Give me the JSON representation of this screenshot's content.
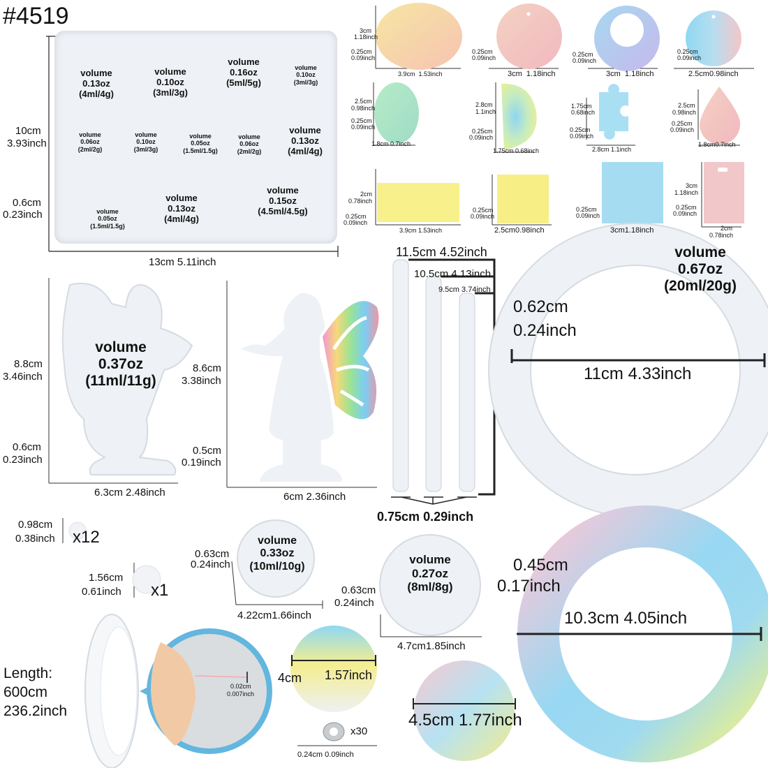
{
  "title": "#4519",
  "tray": {
    "width": "13cm",
    "width_in": "5.11inch",
    "height": "10cm",
    "height_in": "3.93inch",
    "depth": "0.6cm",
    "depth_in": "0.23inch",
    "cavities": [
      {
        "l1": "volume",
        "l2": "0.13oz",
        "l3": "(4ml/4g)"
      },
      {
        "l1": "volume",
        "l2": "0.10oz",
        "l3": "(3ml/3g)"
      },
      {
        "l1": "volume",
        "l2": "0.16oz",
        "l3": "(5ml/5g)"
      },
      {
        "l1": "volume",
        "l2": "0.10oz",
        "l3": "(3ml/3g)"
      },
      {
        "l1": "volume",
        "l2": "0.06oz",
        "l3": "(2ml/2g)"
      },
      {
        "l1": "volume",
        "l2": "0.10oz",
        "l3": "(3ml/3g)"
      },
      {
        "l1": "volume",
        "l2": "0.05oz",
        "l3": "(1.5ml/1.5g)"
      },
      {
        "l1": "volume",
        "l2": "0.06oz",
        "l3": "(2ml/2g)"
      },
      {
        "l1": "volume",
        "l2": "0.13oz",
        "l3": "(4ml/4g)"
      },
      {
        "l1": "volume",
        "l2": "0.05oz",
        "l3": "(1.5ml/1.5g)"
      },
      {
        "l1": "volume",
        "l2": "0.13oz",
        "l3": "(4ml/4g)"
      },
      {
        "l1": "volume",
        "l2": "0.15oz",
        "l3": "(4.5ml/4.5g)"
      }
    ]
  },
  "pendants": [
    {
      "w": "3.9cm",
      "w_in": "1.53inch",
      "h": "3cm",
      "h_in": "1.18inch",
      "t": "0.25cm",
      "t_in": "0.09inch"
    },
    {
      "w": "3cm",
      "w_in": "1.18inch",
      "t": "0.25cm",
      "t_in": "0.09inch"
    },
    {
      "w": "3cm",
      "w_in": "1.18inch",
      "t": "0.25cm",
      "t_in": "0.09inch"
    },
    {
      "w": "2.5cm",
      "w_in": "0.98inch",
      "t": "0.25cm",
      "t_in": "0.09inch"
    },
    {
      "w": "1.8cm",
      "w_in": "0.7inch",
      "h": "2.5cm",
      "h_in": "0.98inch",
      "t": "0.25cm",
      "t_in": "0.09inch"
    },
    {
      "w": "1.75cm",
      "w_in": "0.68inch",
      "h": "2.8cm",
      "h_in": "1.1inch",
      "t": "0.25cm",
      "t_in": "0.09inch"
    },
    {
      "w": "2.8cm",
      "w_in": "1.1inch",
      "h": "1.75cm",
      "h_in": "0.68inch",
      "t": "0.25cm",
      "t_in": "0.09inch"
    },
    {
      "w": "1.8cm",
      "w_in": "0.7inch",
      "h": "2.5cm",
      "h_in": "0.98inch",
      "t": "0.25cm",
      "t_in": "0.09inch"
    },
    {
      "w": "3.9cm",
      "w_in": "1.53inch",
      "h": "2cm",
      "h_in": "0.78inch",
      "t": "0.25cm",
      "t_in": "0.09inch"
    },
    {
      "w": "2.5cm",
      "w_in": "0.98inch",
      "t": "0.25cm",
      "t_in": "0.09inch"
    },
    {
      "w": "3cm",
      "w_in": "1.18inch",
      "t": "0.25cm",
      "t_in": "0.09inch"
    },
    {
      "w": "2cm",
      "w_in": "0.78inch",
      "h": "3cm",
      "h_in": "1.18inch",
      "t": "0.25cm",
      "t_in": "0.09inch"
    }
  ],
  "fairy_mold": {
    "h": "8.8cm",
    "h_in": "3.46inch",
    "d": "0.6cm",
    "d_in": "0.23inch",
    "w": "6.3cm",
    "w_in": "2.48inch",
    "l1": "volume",
    "l2": "0.37oz",
    "l3": "(11ml/11g)"
  },
  "fairy_piece": {
    "h": "8.6cm",
    "h_in": "3.38inch",
    "d": "0.5cm",
    "d_in": "0.19inch",
    "w": "6cm",
    "w_in": "2.36inch"
  },
  "rods": {
    "a": "11.5cm",
    "a_in": "4.52inch",
    "b": "10.5cm",
    "b_in": "4.13inch",
    "c": "9.5cm",
    "c_in": "3.74inch",
    "d": "0.75cm",
    "d_in": "0.29inch"
  },
  "ring_mold": {
    "l1": "volume",
    "l2": "0.67oz",
    "l3": "(20ml/20g)",
    "d": "0.62cm",
    "d_in": "0.24inch",
    "w": "11cm",
    "w_in": "4.33inch"
  },
  "beads_small": {
    "d": "0.98cm",
    "d_in": "0.38inch",
    "count": "x12"
  },
  "beads_large": {
    "d": "1.56cm",
    "d_in": "0.61inch",
    "count": "x1"
  },
  "disc_mold_a": {
    "d": "0.63cm",
    "d_in": "0.24inch",
    "w": "4.22cm",
    "w_in": "1.66inch",
    "l1": "volume",
    "l2": "0.33oz",
    "l3": "(10ml/10g)"
  },
  "disc_mold_b": {
    "d": "0.63cm",
    "d_in": "0.24inch",
    "w": "4.7cm",
    "w_in": "1.85inch",
    "l1": "volume",
    "l2": "0.27oz",
    "l3": "(8ml/8g)"
  },
  "ring_piece": {
    "d": "0.45cm",
    "d_in": "0.17inch",
    "w": "10.3cm",
    "w_in": "4.05inch"
  },
  "cord": {
    "label": "Length:",
    "len": "600cm",
    "len_in": "236.2inch",
    "t": "0.02cm",
    "t_in": "0.007inch"
  },
  "disc_a": {
    "w": "4cm",
    "w_in": "1.57inch"
  },
  "disc_b": {
    "w": "4.5cm",
    "w_in": "1.77inch"
  },
  "crimp": {
    "count": "x30",
    "d": "0.24cm",
    "d_in": "0.09inch"
  },
  "colors": {
    "ink": "#111111",
    "mold": "#eef1f5",
    "rainbow1": "#f7e77a",
    "rainbow2": "#9fd9f2",
    "rainbow3": "#f6c4c8"
  }
}
